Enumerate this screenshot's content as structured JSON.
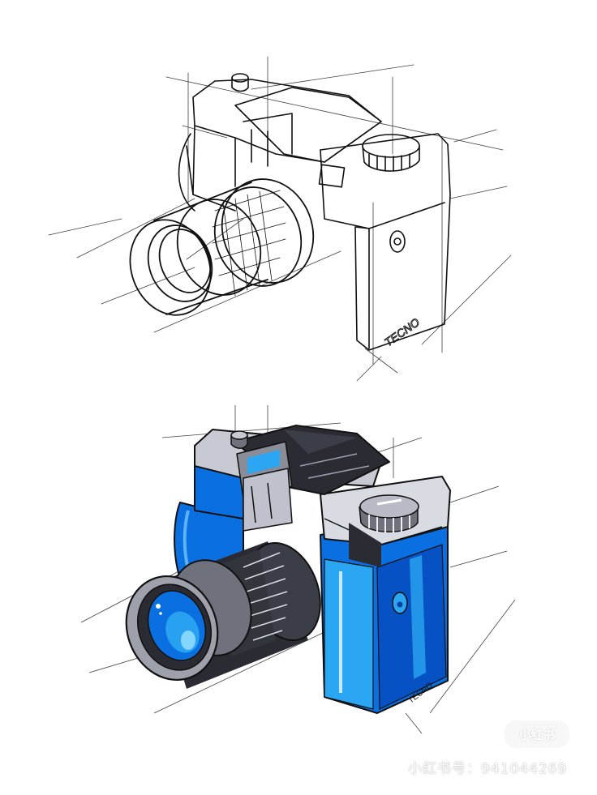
{
  "artwork": {
    "subject": "camera design sketch",
    "panels": [
      {
        "name": "line-sketch",
        "style": "black ink construction lines"
      },
      {
        "name": "marker-render",
        "style": "blue and grey marker rendering"
      }
    ],
    "body_label": "TECNO"
  },
  "colors": {
    "background": "#ffffff",
    "ink": "#111111",
    "blue_light": "#2aa6f2",
    "blue_mid": "#0a6fe0",
    "blue_dark": "#0640a8",
    "grey_light": "#d9dbe2",
    "grey_mid": "#8a8d98",
    "grey_dark": "#2b2c33"
  },
  "watermark": {
    "logo": "小红书",
    "id_text": "小红书号：941044269"
  }
}
